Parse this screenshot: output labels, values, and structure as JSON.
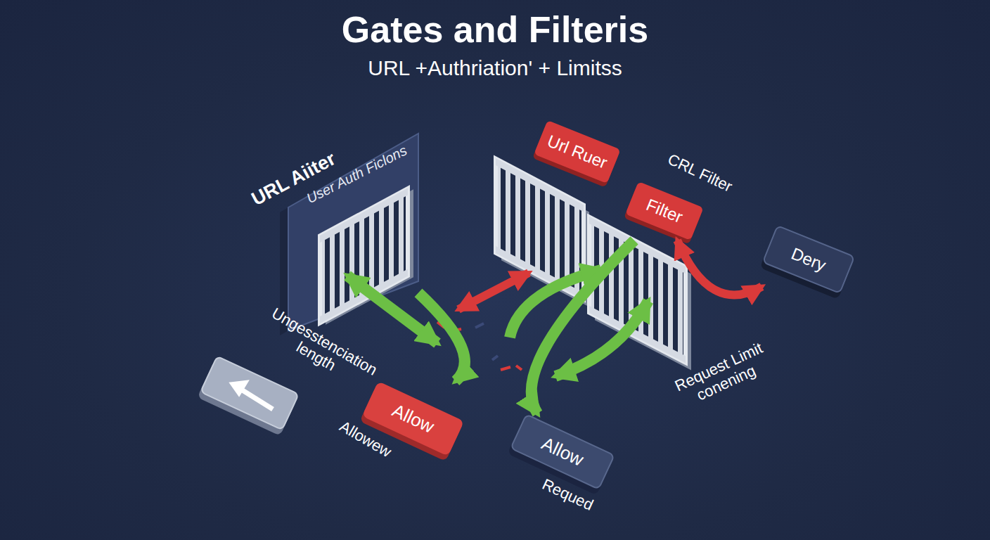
{
  "diagram": {
    "title": "Gates and Filteris",
    "nodes": [
      {
        "text": [
          "URL Aiiter",
          "User Auth Ficlons"
        ]
      },
      {
        "text": [
          "Url Ruer"
        ]
      },
      {
        "text": [
          "Filter"
        ]
      },
      {
        "text": [
          "Dery"
        ]
      },
      {
        "text": [
          "Ungesstenciation length"
        ]
      },
      {
        "text": [
          "Allow",
          "Allowew"
        ]
      },
      {
        "text": [
          "Allow",
          "Requed"
        ]
      }
    ],
    "edges": [
      {
        "from": 0,
        "to": 5,
        "arrow": "to"
      },
      {
        "from": 2,
        "to": 6,
        "arrow": "to"
      },
      {
        "from": 2,
        "to": 3,
        "arrow": "both"
      }
    ],
    "labels": [
      "URL +Authriation' + Limitss",
      "CRL Filter",
      "Request Limit conening"
    ]
  }
}
